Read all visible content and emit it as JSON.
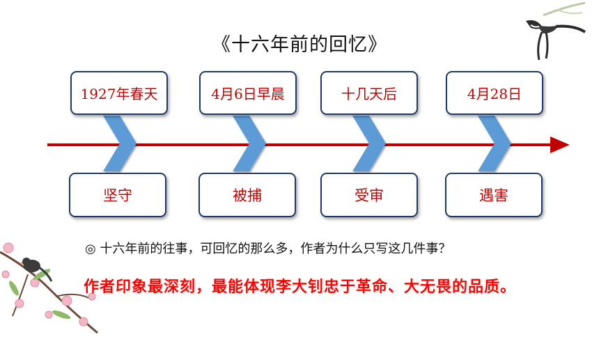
{
  "title": "《十六年前的回忆》",
  "timeline": {
    "times": [
      "1927年春天",
      "4月6日早晨",
      "十几天后",
      "4月28日"
    ],
    "events": [
      "坚守",
      "被捕",
      "受审",
      "遇害"
    ]
  },
  "question": "◎ 十六年前的往事，可回忆的那么多，作者为什么只写这几件事？",
  "answer": "作者印象最深刻，最能体现李大钊忠于革命、大无畏的品质。",
  "colors": {
    "arrow": "#c00000",
    "chevron": "#5b9bd5",
    "box_border": "#1f3864",
    "box_text": "#c00000",
    "answer_text": "#ff0000"
  }
}
